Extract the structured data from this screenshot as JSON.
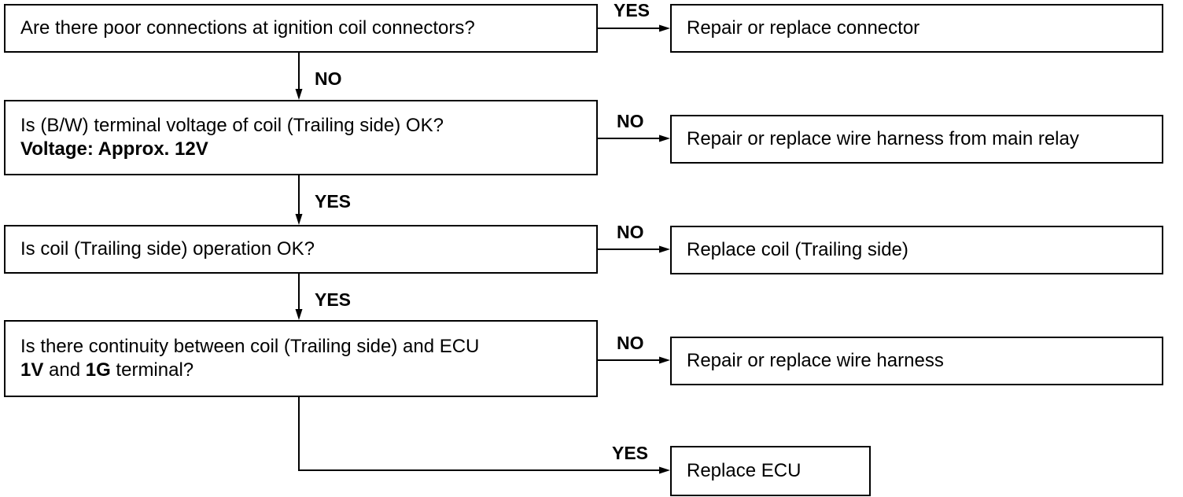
{
  "questions": {
    "q1": {
      "text": "Are there poor connections at ignition coil connectors?"
    },
    "q2": {
      "line1": "Is (B/W) terminal voltage of coil (Trailing side) OK?",
      "line2": "Voltage: Approx. 12V"
    },
    "q3": {
      "text": "Is coil (Trailing side) operation OK?"
    },
    "q4": {
      "line1": "Is there continuity between coil (Trailing side) and ECU",
      "line2_bold_a": "1V",
      "line2_sep": " and ",
      "line2_bold_b": "1G",
      "line2_rest": " terminal?"
    }
  },
  "actions": {
    "a1": "Repair or replace connector",
    "a2": "Repair or replace wire harness from main relay",
    "a3": "Replace coil (Trailing side)",
    "a4": "Repair or replace wire harness",
    "a5": "Replace ECU"
  },
  "labels": {
    "q1_right": "YES",
    "q1_down": "NO",
    "q2_right": "NO",
    "q2_down": "YES",
    "q3_right": "NO",
    "q3_down": "YES",
    "q4_right": "NO",
    "q4_bottom": "YES"
  }
}
